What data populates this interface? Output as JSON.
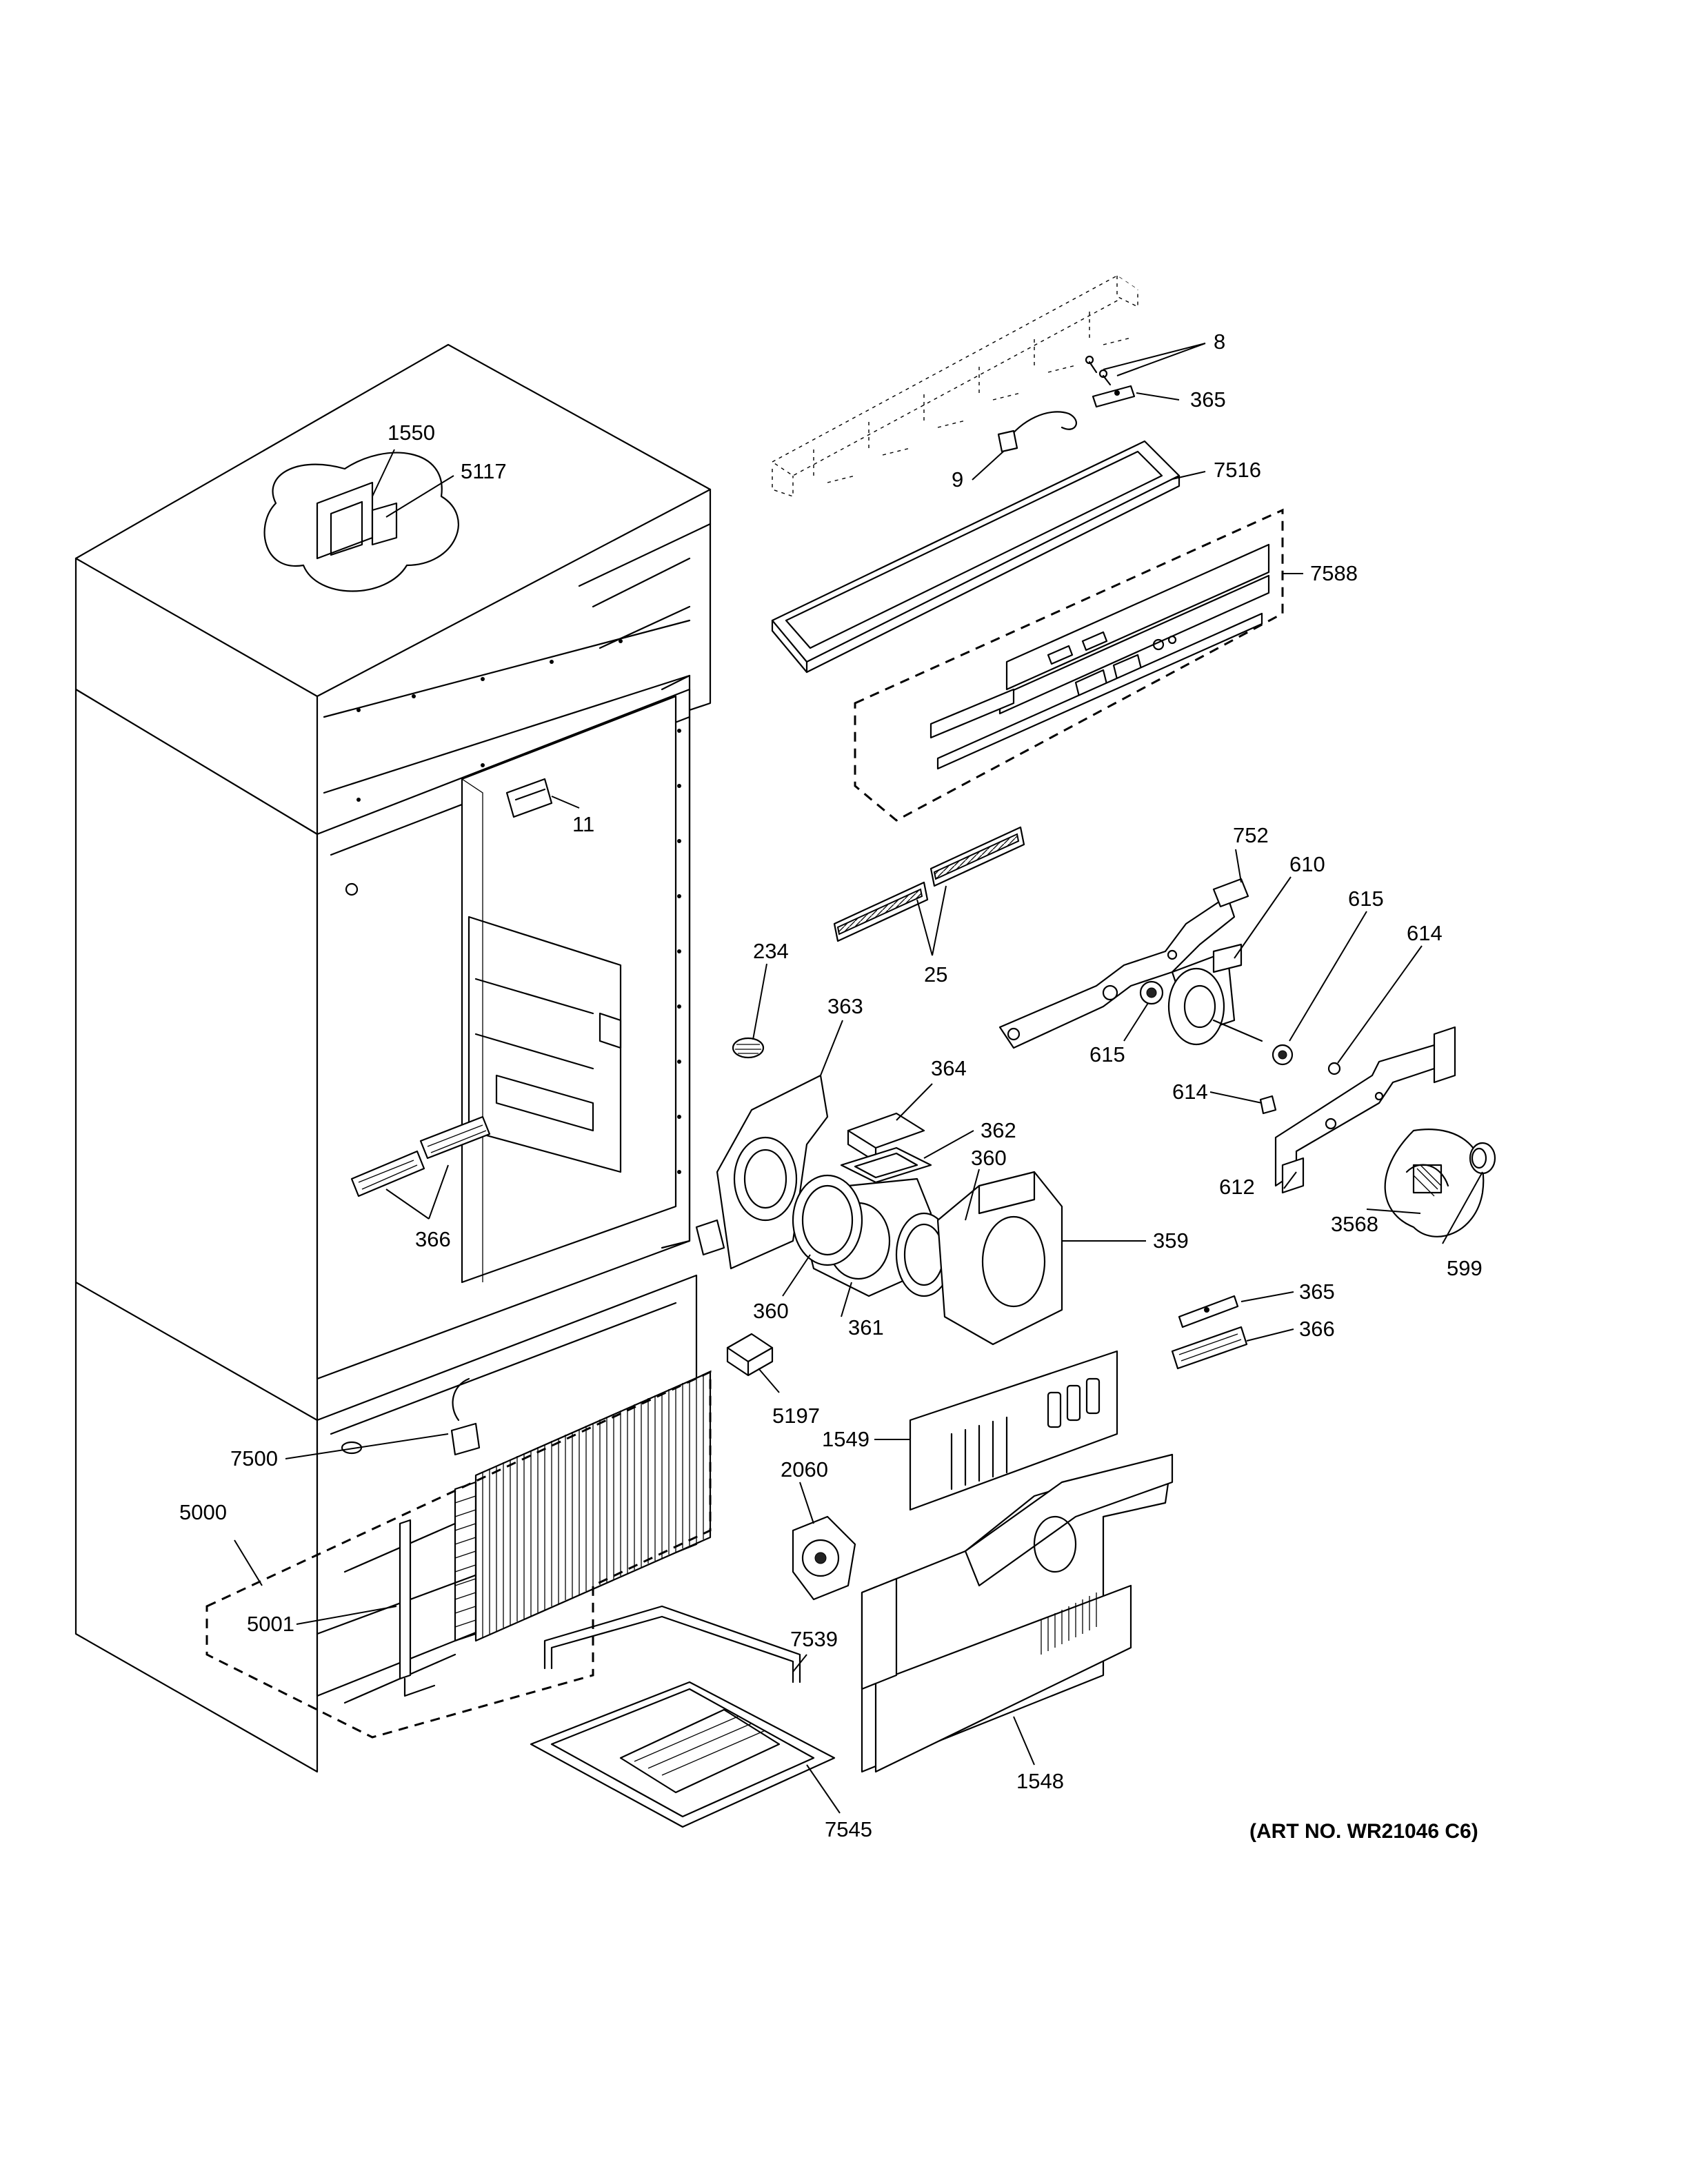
{
  "art_number": "(ART NO. WR21046 C6)",
  "callouts": {
    "c_8": "8",
    "c_365_top": "365",
    "c_9": "9",
    "c_7516": "7516",
    "c_7588": "7588",
    "c_1550": "1550",
    "c_5117": "5117",
    "c_11": "11",
    "c_752": "752",
    "c_610": "610",
    "c_615_a": "615",
    "c_614_a": "614",
    "c_615_b": "615",
    "c_614_b": "614",
    "c_25": "25",
    "c_234": "234",
    "c_363": "363",
    "c_364": "364",
    "c_362": "362",
    "c_360_a": "360",
    "c_359": "359",
    "c_360_b": "360",
    "c_361": "361",
    "c_612": "612",
    "c_3568": "3568",
    "c_599": "599",
    "c_366_left": "366",
    "c_365_right": "365",
    "c_366_right": "366",
    "c_5197": "5197",
    "c_1549": "1549",
    "c_2060": "2060",
    "c_7500": "7500",
    "c_5000": "5000",
    "c_5001": "5001",
    "c_7539": "7539",
    "c_1548": "1548",
    "c_7545": "7545"
  }
}
